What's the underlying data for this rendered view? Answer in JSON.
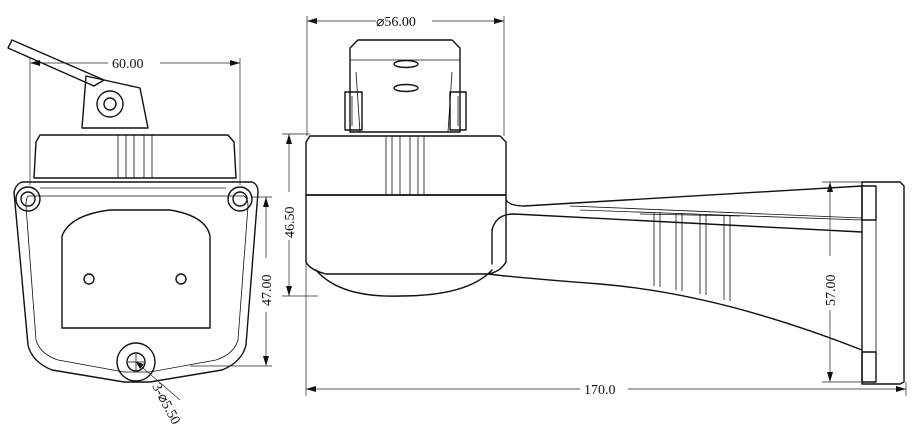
{
  "dimensions": {
    "left_width": "60.00",
    "left_height": "47.00",
    "center_diameter": "⌀56.00",
    "center_height": "46.50",
    "right_length": "170.0",
    "right_height": "57.00",
    "hole_callout": "3-⌀5.50"
  }
}
